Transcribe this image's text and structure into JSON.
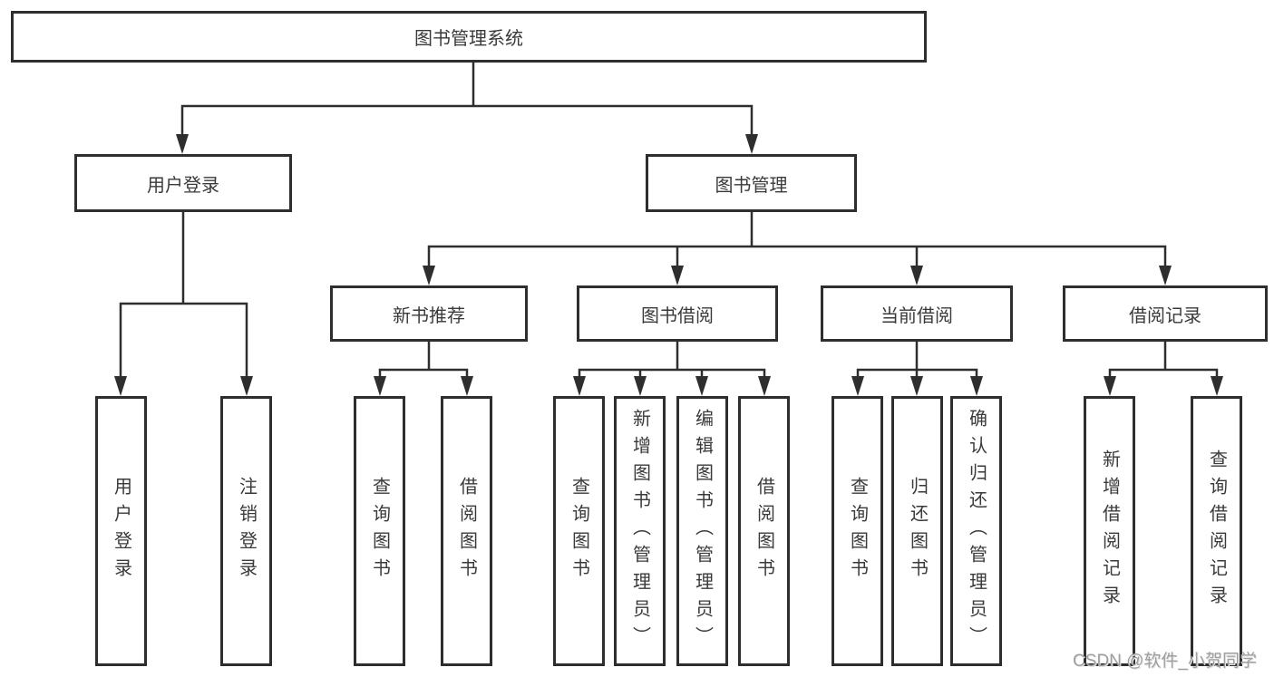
{
  "diagram": {
    "root": {
      "label": "图书管理系统"
    },
    "branches": [
      {
        "label": "用户登录",
        "children": [
          {
            "label": "用户登录"
          },
          {
            "label": "注销登录"
          }
        ]
      },
      {
        "label": "图书管理",
        "children": [
          {
            "label": "新书推荐",
            "children": [
              {
                "label": "查询图书"
              },
              {
                "label": "借阅图书"
              }
            ]
          },
          {
            "label": "图书借阅",
            "children": [
              {
                "label": "查询图书"
              },
              {
                "label": "新增图书（管理员）"
              },
              {
                "label": "编辑图书（管理员）"
              },
              {
                "label": "借阅图书"
              }
            ]
          },
          {
            "label": "当前借阅",
            "children": [
              {
                "label": "查询图书"
              },
              {
                "label": "归还图书"
              },
              {
                "label": "确认归还（管理员）"
              }
            ]
          },
          {
            "label": "借阅记录",
            "children": [
              {
                "label": "新增借阅记录"
              },
              {
                "label": "查询借阅记录"
              }
            ]
          }
        ]
      }
    ]
  },
  "watermark": {
    "text": "CSDN @软件_小贺同学"
  },
  "colors": {
    "line": "#2e2e2e",
    "text": "#3a3a3a",
    "watermark": "#9f9f9f",
    "background": "#ffffff"
  }
}
